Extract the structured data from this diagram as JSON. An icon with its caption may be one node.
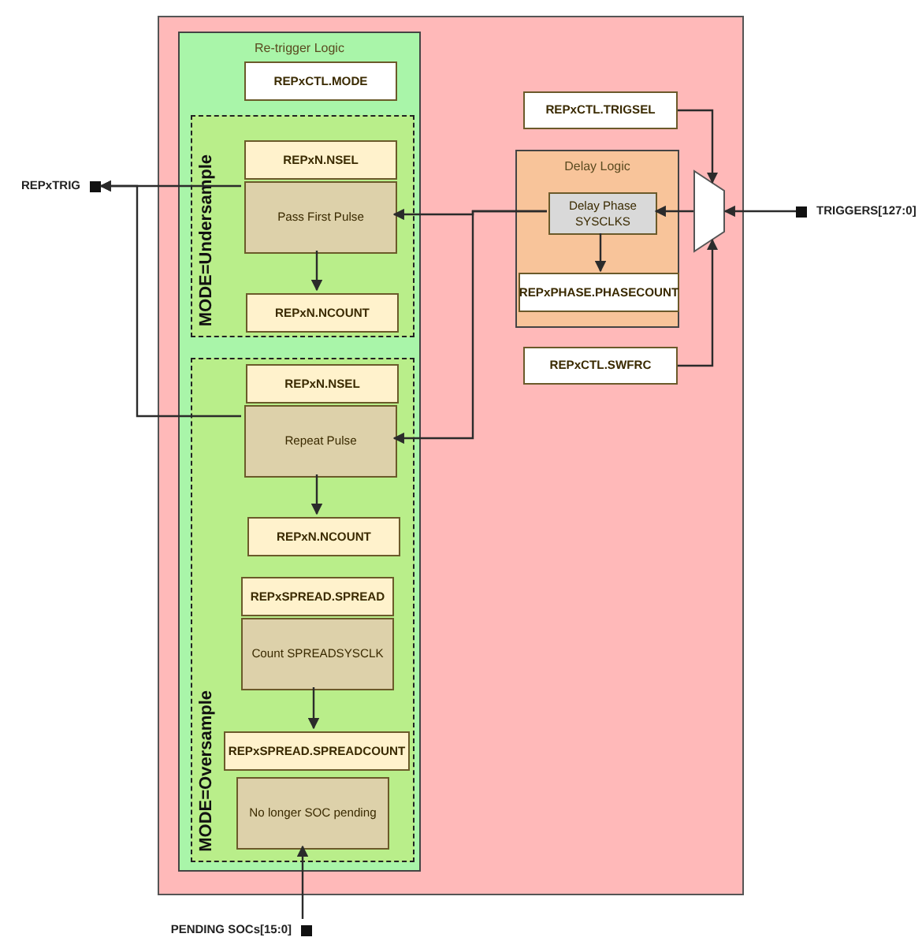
{
  "diagram": {
    "nodes": [
      {
        "text": [],
        "shape": "box"
      },
      {
        "text": [
          "Re-trigger Logic"
        ],
        "in": 0
      },
      {
        "text": [
          "REPxCTL.MODE"
        ],
        "in": 1
      },
      {
        "text": [
          "MODE=Undersample"
        ],
        "in": 1
      },
      {
        "text": [
          "REPxN.NSEL"
        ],
        "in": 3
      },
      {
        "text": [
          "Pass First Pulse"
        ],
        "in": 3
      },
      {
        "text": [
          "REPxN.NCOUNT"
        ],
        "in": 3
      },
      {
        "text": [
          "MODE=Oversample"
        ],
        "in": 1
      },
      {
        "text": [
          "REPxN.NSEL"
        ],
        "in": 7
      },
      {
        "text": [
          "Repeat Pulse"
        ],
        "in": 7
      },
      {
        "text": [
          "REPxN.NCOUNT"
        ],
        "in": 7
      },
      {
        "text": [
          "REPxSPREAD.SPREAD"
        ],
        "in": 7
      },
      {
        "text": [
          "Count SPREADSYSCLK"
        ],
        "in": 7
      },
      {
        "text": [
          "REPxSPREAD.SPREADCOUNT"
        ],
        "in": 7
      },
      {
        "text": [
          "No longer SOC pending"
        ],
        "in": 7
      },
      {
        "text": [
          "REPxCTL.TRIGSEL"
        ],
        "in": 0
      },
      {
        "text": [
          "Delay Logic"
        ],
        "in": 0
      },
      {
        "text": [
          "Delay Phase SYSCLKS"
        ],
        "in": 16
      },
      {
        "text": [
          "REPxPHASE.PHASECOUNT"
        ],
        "in": 16
      },
      {
        "text": [
          "REPxCTL.SWFRC"
        ],
        "in": 0
      },
      {
        "text": [],
        "shape": "trapezoid",
        "in": 0
      },
      {
        "text": [
          "REPxTRIG"
        ]
      },
      {
        "text": [
          "TRIGGERS[127:0]"
        ]
      },
      {
        "text": [
          "PENDING SOCs[15:0]"
        ]
      }
    ],
    "edges": [
      {
        "from": 22,
        "to": 20,
        "arrow": "to"
      },
      {
        "from": 15,
        "to": 20,
        "arrow": "to"
      },
      {
        "from": 19,
        "to": 20,
        "arrow": "to"
      },
      {
        "from": 20,
        "to": 17,
        "arrow": "to"
      },
      {
        "from": 17,
        "to": 18,
        "arrow": "to"
      },
      {
        "from": 17,
        "to": 5,
        "arrow": "to"
      },
      {
        "from": 17,
        "to": 9,
        "arrow": "to"
      },
      {
        "from": 5,
        "to": 21,
        "arrow": "to"
      },
      {
        "from": 9,
        "to": 21,
        "arrow": "to"
      },
      {
        "from": 5,
        "to": 6,
        "arrow": "to"
      },
      {
        "from": 9,
        "to": 10,
        "arrow": "to"
      },
      {
        "from": 12,
        "to": 13,
        "arrow": "to"
      },
      {
        "from": 23,
        "to": 14,
        "arrow": "to"
      }
    ]
  }
}
